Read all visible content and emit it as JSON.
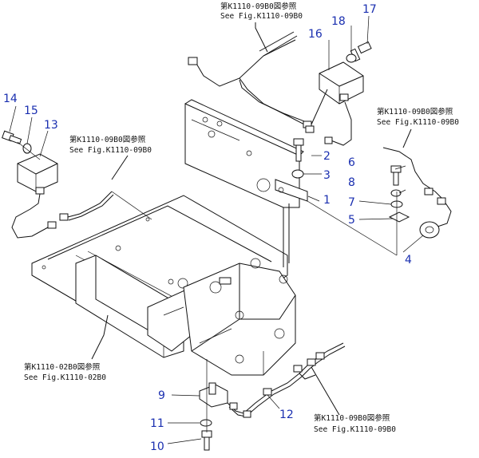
{
  "references": [
    {
      "jp": "第K1110-09B0図参照",
      "en": "See Fig.K1110-09B0"
    },
    {
      "jp": "第K1110-09B0図参照",
      "en": "See Fig.K1110-09B0"
    },
    {
      "jp": "第K1110-09B0図参照",
      "en": "See Fig.K1110-09B0"
    },
    {
      "jp": "第K1110-02B0図参照",
      "en": "See Fig.K1110-02B0"
    },
    {
      "jp": "第K1110-09B0図参照",
      "en": "See Fig.K1110-09B0"
    }
  ],
  "callouts": [
    "1",
    "2",
    "3",
    "4",
    "5",
    "6",
    "7",
    "8",
    "9",
    "10",
    "11",
    "12",
    "13",
    "14",
    "15",
    "16",
    "17",
    "18"
  ],
  "colors": {
    "callout": "#1a2fb0",
    "line": "#111111"
  }
}
